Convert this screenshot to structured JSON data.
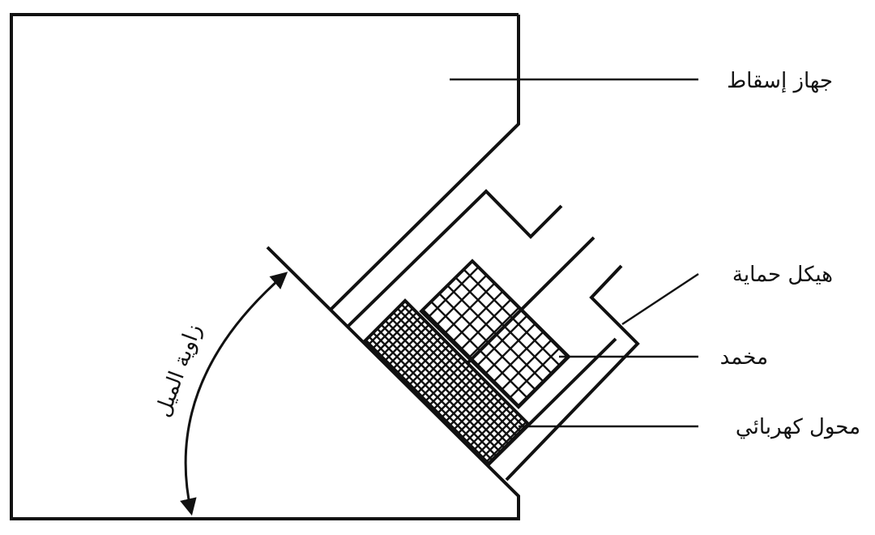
{
  "labels": {
    "projector": "جهاز إسقاط",
    "housing": "هيكل حماية",
    "damper": "مخمد",
    "transducer": "محول كهربائي",
    "tilt_angle": "زاوية الميل"
  },
  "colors": {
    "stroke": "#111111",
    "background": "#ffffff"
  }
}
